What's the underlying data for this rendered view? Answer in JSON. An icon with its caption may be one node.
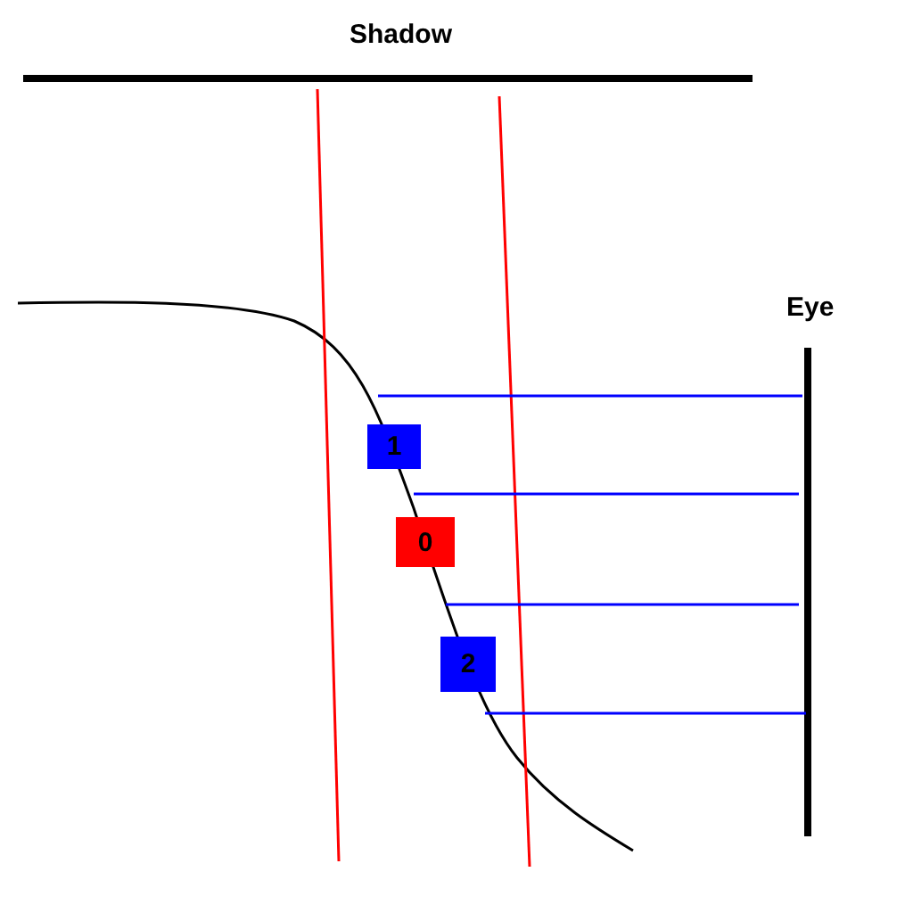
{
  "diagram": {
    "nodes": [
      {
        "text": [
          "1"
        ]
      },
      {
        "text": [
          "0"
        ]
      },
      {
        "text": [
          "2"
        ]
      }
    ],
    "labels": [
      "Shadow",
      "Eye"
    ]
  }
}
